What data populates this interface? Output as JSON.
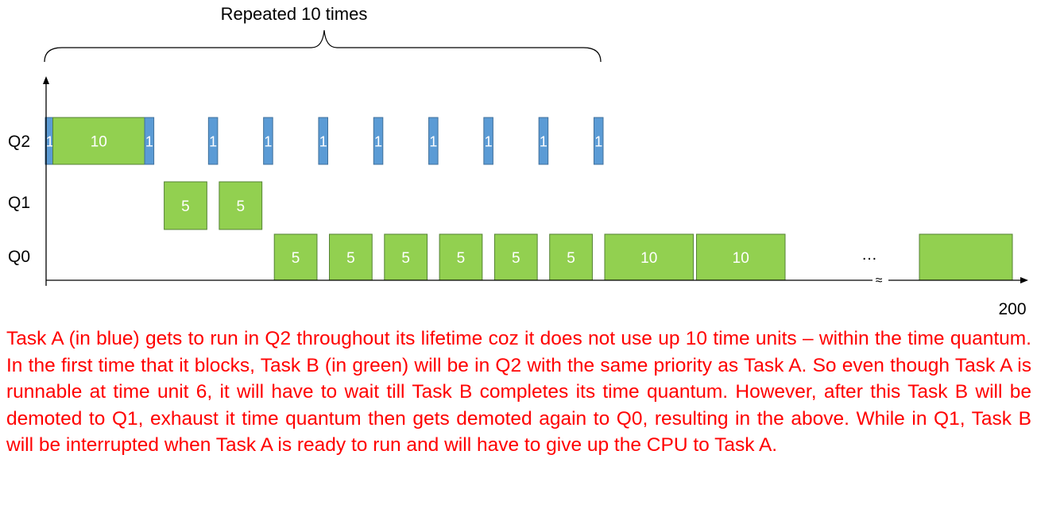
{
  "title": "Repeated 10 times",
  "queues": [
    "Q2",
    "Q1",
    "Q0"
  ],
  "axis": {
    "end_label": "200",
    "ellipsis": "…",
    "break_mark": "≈"
  },
  "colors": {
    "blue": "#5b9bd5",
    "blue_stroke": "#41719c",
    "green": "#92d050",
    "green_stroke": "#548235",
    "caption": "#ff0000"
  },
  "blocks": [
    {
      "id": "q2-a-1",
      "queue": "Q2",
      "task": "A",
      "label": "1",
      "start": 0,
      "duration": 1
    },
    {
      "id": "q2-b-10",
      "queue": "Q2",
      "task": "B",
      "label": "10",
      "start": 1,
      "duration": 10
    },
    {
      "id": "q2-a-2",
      "queue": "Q2",
      "task": "A",
      "label": "1",
      "start": 11,
      "duration": 1
    },
    {
      "id": "q1-b-1",
      "queue": "Q1",
      "task": "B",
      "label": "5",
      "start": 12,
      "duration": 5
    },
    {
      "id": "q2-a-3",
      "queue": "Q2",
      "task": "A",
      "label": "1",
      "start": 17,
      "duration": 1
    },
    {
      "id": "q1-b-2",
      "queue": "Q1",
      "task": "B",
      "label": "5",
      "start": 18,
      "duration": 5
    },
    {
      "id": "q2-a-4",
      "queue": "Q2",
      "task": "A",
      "label": "1",
      "start": 23,
      "duration": 1
    },
    {
      "id": "q0-b-1",
      "queue": "Q0",
      "task": "B",
      "label": "5",
      "start": 24,
      "duration": 5
    },
    {
      "id": "q2-a-5",
      "queue": "Q2",
      "task": "A",
      "label": "1",
      "start": 29,
      "duration": 1
    },
    {
      "id": "q0-b-2",
      "queue": "Q0",
      "task": "B",
      "label": "5",
      "start": 30,
      "duration": 5
    },
    {
      "id": "q2-a-6",
      "queue": "Q2",
      "task": "A",
      "label": "1",
      "start": 35,
      "duration": 1
    },
    {
      "id": "q0-b-3",
      "queue": "Q0",
      "task": "B",
      "label": "5",
      "start": 36,
      "duration": 5
    },
    {
      "id": "q2-a-7",
      "queue": "Q2",
      "task": "A",
      "label": "1",
      "start": 41,
      "duration": 1
    },
    {
      "id": "q0-b-4",
      "queue": "Q0",
      "task": "B",
      "label": "5",
      "start": 42,
      "duration": 5
    },
    {
      "id": "q2-a-8",
      "queue": "Q2",
      "task": "A",
      "label": "1",
      "start": 47,
      "duration": 1
    },
    {
      "id": "q0-b-5",
      "queue": "Q0",
      "task": "B",
      "label": "5",
      "start": 48,
      "duration": 5
    },
    {
      "id": "q2-a-9",
      "queue": "Q2",
      "task": "A",
      "label": "1",
      "start": 53,
      "duration": 1
    },
    {
      "id": "q0-b-6",
      "queue": "Q0",
      "task": "B",
      "label": "5",
      "start": 54,
      "duration": 5
    },
    {
      "id": "q2-a-10",
      "queue": "Q2",
      "task": "A",
      "label": "1",
      "start": 59,
      "duration": 1
    },
    {
      "id": "q0-b-7",
      "queue": "Q0",
      "task": "B",
      "label": "10",
      "start": 60,
      "duration": 10
    },
    {
      "id": "q0-b-8",
      "queue": "Q0",
      "task": "B",
      "label": "10",
      "start": 70,
      "duration": 10
    },
    {
      "id": "q0-b-last",
      "queue": "Q0",
      "task": "B",
      "label": "",
      "start": 190,
      "duration": 10
    }
  ],
  "caption": "Task A (in blue) gets to run in Q2 throughout its lifetime coz it does not use up 10 time units – within the time quantum. In the first time that it blocks, Task B (in green) will be in Q2 with the same priority as Task A. So even though Task A is runnable at time unit 6, it will have to wait till Task B completes its time quantum. However, after this Task B will be demoted to Q1, exhaust it time quantum then gets demoted again to Q0, resulting in the above. While in Q1, Task B will be interrupted when Task A is ready to run and will have to give up the CPU to Task A."
}
